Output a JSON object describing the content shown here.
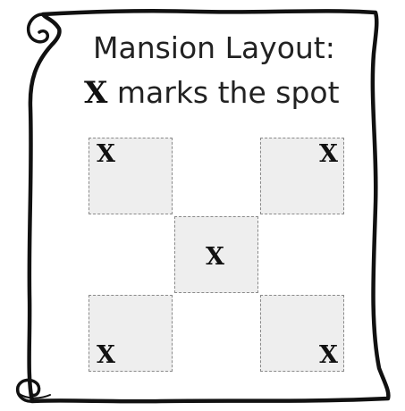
{
  "title": {
    "line1": "Mansion Layout:",
    "line2_mark": "X",
    "line2_text": "marks the spot"
  },
  "rooms": [
    {
      "id": "top-left",
      "mark": "X"
    },
    {
      "id": "top-right",
      "mark": "X"
    },
    {
      "id": "center",
      "mark": "X"
    },
    {
      "id": "bottom-left",
      "mark": "X"
    },
    {
      "id": "bottom-right",
      "mark": "X"
    }
  ],
  "colors": {
    "room_fill": "#eeeeee",
    "room_border": "#8a8a8a",
    "scroll_outline": "#111111",
    "text": "#222222"
  },
  "icons": {
    "background": "parchment-scroll-icon"
  }
}
